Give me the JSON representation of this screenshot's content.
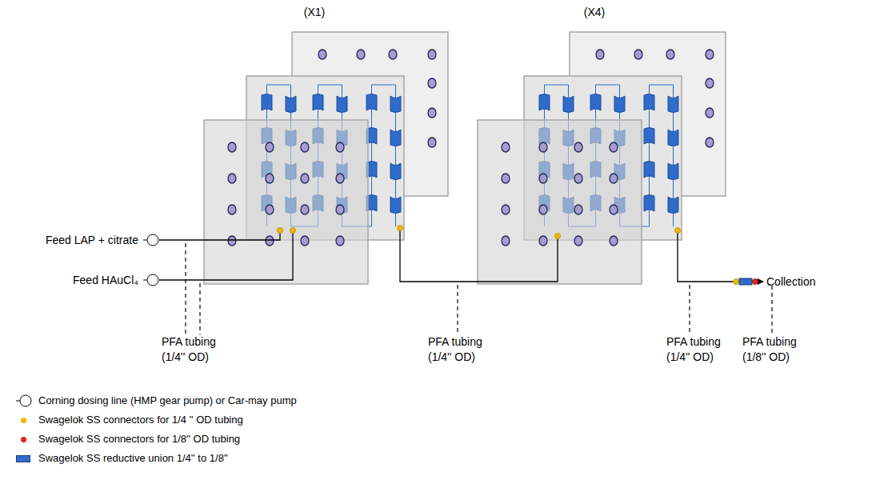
{
  "diagram": {
    "nodes": [
      {
        "text": [
          "Feed LAP + citrate"
        ]
      },
      {
        "text": [
          "Feed HAuCl₄"
        ]
      },
      {
        "text": [
          "(X1)"
        ]
      },
      {
        "text": [
          "(X4)"
        ]
      },
      {
        "text": [
          "Collection"
        ]
      }
    ],
    "edges": [
      {
        "from": 0,
        "to": 2,
        "arrow": "none"
      },
      {
        "from": 1,
        "to": 2,
        "arrow": "none"
      },
      {
        "from": 2,
        "to": 3,
        "arrow": "none"
      },
      {
        "from": 3,
        "to": 4,
        "arrow": "to"
      }
    ],
    "labels": [
      "PFA tubing (1/4'' OD)",
      "PFA tubing (1/4'' OD)",
      "PFA tubing (1/4'' OD)",
      "PFA tubing (1/8'' OD)"
    ],
    "legend": [
      {
        "text": "Corning dosing line (HMP gear pump) or Car-may pump"
      },
      {
        "text": "Swagelok SS connectors for 1/4 '' OD tubing",
        "color": "#f2b705"
      },
      {
        "text": "Swagelok SS connectors for 1/8'' OD tubing",
        "color": "#e0201c"
      },
      {
        "text": "Swagelok SS reductive union 1/4'' to 1/8''",
        "color": "#2f6bc9"
      }
    ]
  }
}
